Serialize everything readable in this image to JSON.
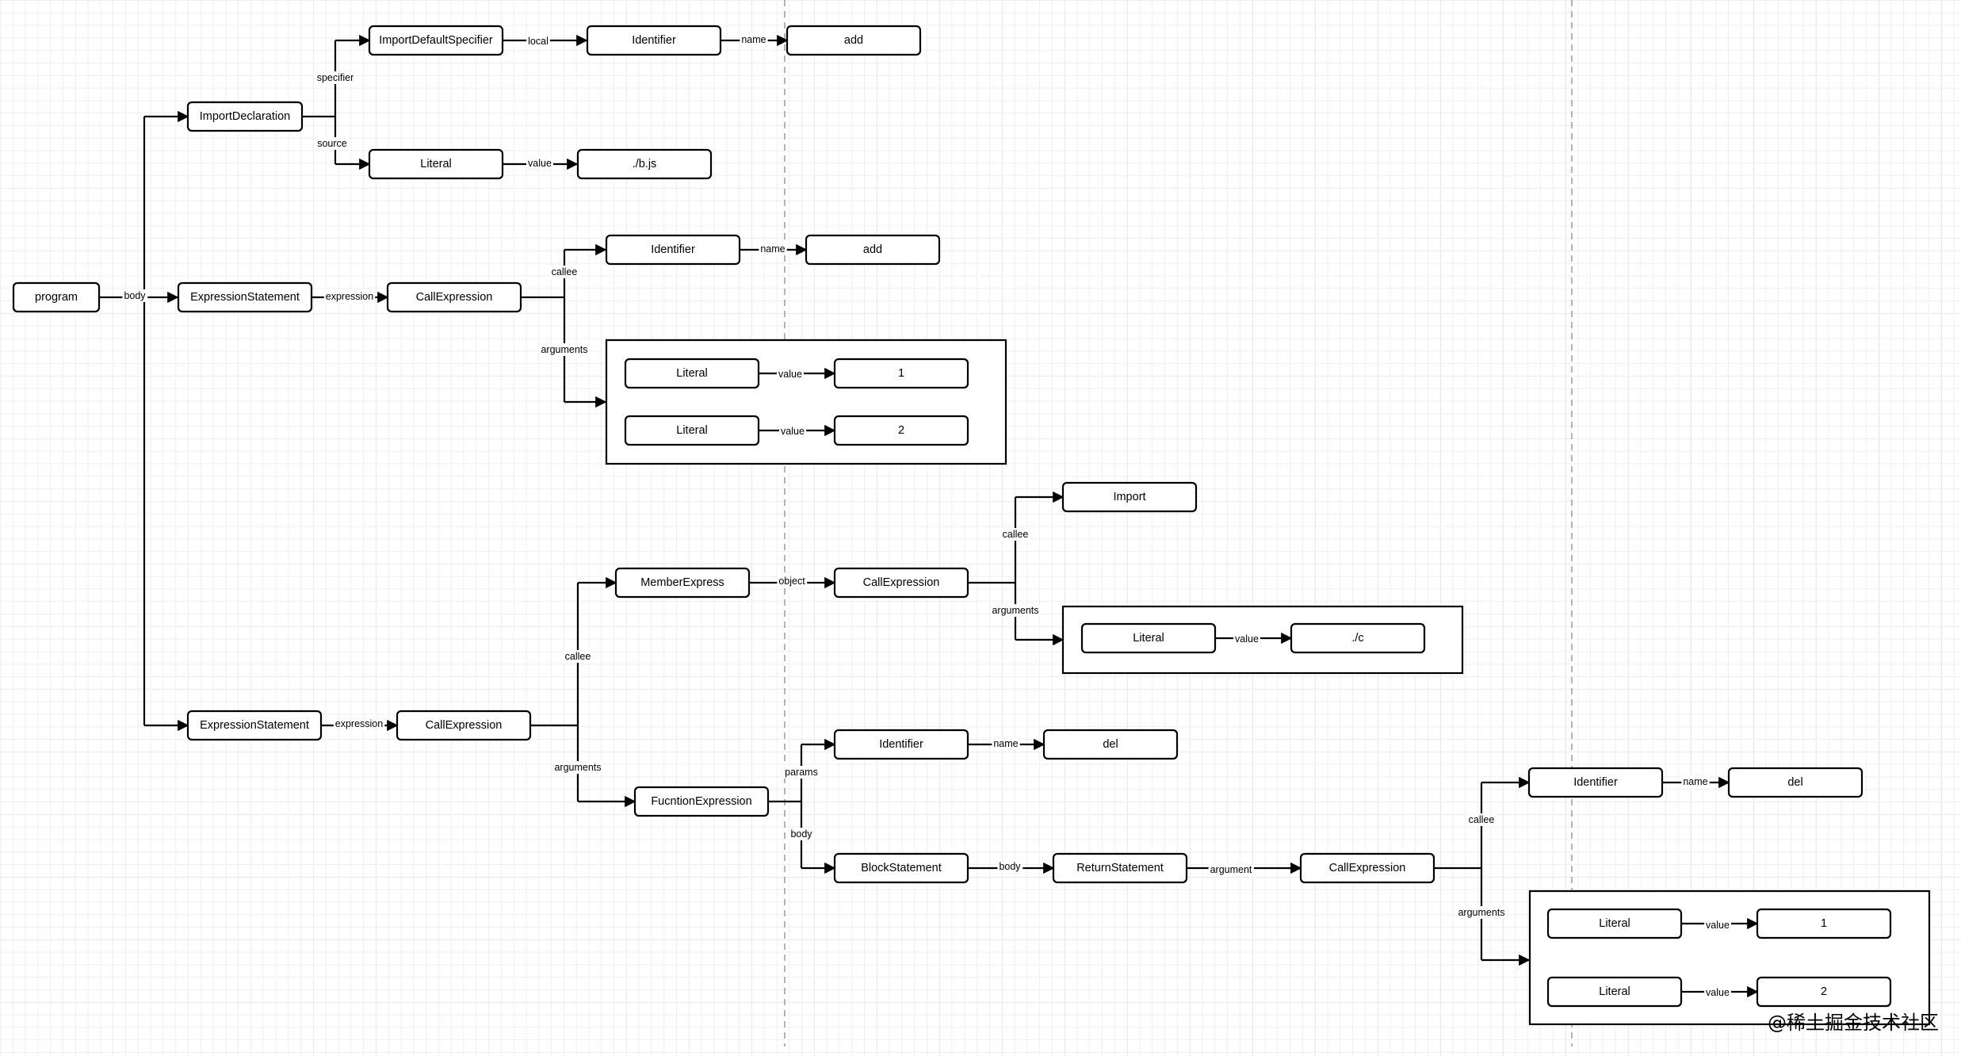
{
  "nodes": {
    "program": "program",
    "import_decl": "ImportDeclaration",
    "import_default": "ImportDefaultSpecifier",
    "ident_add_1": "Identifier",
    "add_1": "add",
    "literal_src": "Literal",
    "src_value": "./b.js",
    "expr_stmt_1": "ExpressionStatement",
    "call_1": "CallExpression",
    "ident_add_2": "Identifier",
    "add_2": "add",
    "arg_lit_1": "Literal",
    "arg_val_1": "1",
    "arg_lit_2": "Literal",
    "arg_val_2": "2",
    "import_callee": "Import",
    "member_expr": "MemberExpress",
    "call_import": "CallExpression",
    "lit_c": "Literal",
    "val_c": "./c",
    "expr_stmt_2": "ExpressionStatement",
    "call_2": "CallExpression",
    "func_expr": "FucntionExpression",
    "ident_del_1": "Identifier",
    "del_1": "del",
    "block_stmt": "BlockStatement",
    "return_stmt": "ReturnStatement",
    "call_3": "CallExpression",
    "ident_del_2": "Identifier",
    "del_2": "del",
    "arg_lit_3": "Literal",
    "arg_val_3": "1",
    "arg_lit_4": "Literal",
    "arg_val_4": "2"
  },
  "edge_labels": {
    "body_1": "body",
    "specifier": "specifier",
    "source": "source",
    "local": "local",
    "name_1": "name",
    "value_src": "value",
    "expression_1": "expression",
    "callee_1": "callee",
    "arguments_1": "arguments",
    "name_2": "name",
    "value_1": "value",
    "value_2": "value",
    "callee_import": "callee",
    "arguments_import": "arguments",
    "value_c": "value",
    "object": "object",
    "expression_2": "expression",
    "callee_2": "callee",
    "arguments_2": "arguments",
    "params": "params",
    "body_2": "body",
    "name_del_1": "name",
    "body_3": "body",
    "argument": "argument",
    "callee_3": "callee",
    "arguments_3": "arguments",
    "name_del_2": "name",
    "value_3": "value",
    "value_4": "value"
  },
  "watermark": "@稀土掘金技术社区"
}
